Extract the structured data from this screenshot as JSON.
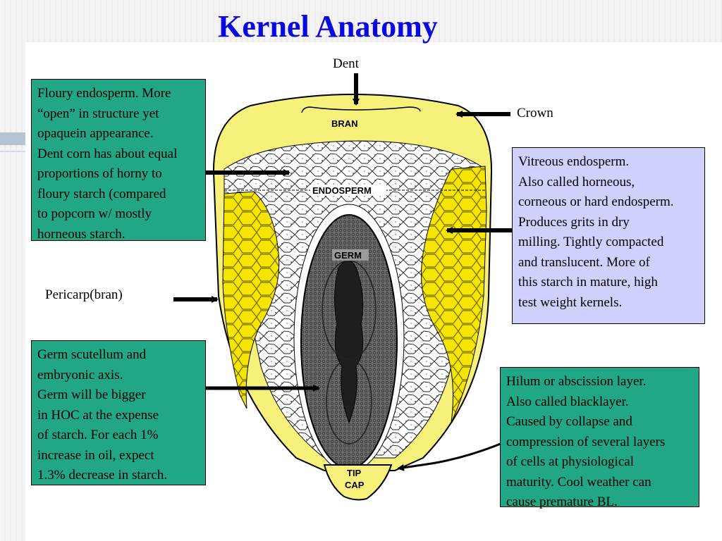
{
  "title": "Kernel Anatomy",
  "labels": {
    "dent": "Dent",
    "crown": "Crown",
    "pericarp": "Pericarp(bran)"
  },
  "diagram_labels": {
    "bran": "BRAN",
    "endosperm": "ENDOSPERM",
    "germ": "GERM",
    "tip": "TIP",
    "cap": "CAP"
  },
  "boxes": {
    "floury": {
      "lines": [
        "Floury endosperm.  More",
        "“open” in structure yet",
        "opaquein appearance.",
        "Dent corn has about equal",
        "proportions of horny to",
        "floury starch (compared",
        "to popcorn w/ mostly",
        "horneous starch."
      ]
    },
    "vitreous": {
      "lines": [
        "Vitreous endosperm.",
        "Also called horneous,",
        "corneous or hard endosperm.",
        "Produces grits in dry",
        "milling. Tightly compacted",
        "and translucent.  More of",
        "this starch in mature, high",
        "test weight kernels."
      ]
    },
    "germ": {
      "lines": [
        "Germ scutellum and",
        "embryonic axis.",
        "Germ will be bigger",
        "in HOC at the expense",
        "of starch.  For each 1%",
        "increase in oil, expect",
        "1.3% decrease in starch."
      ]
    },
    "hilum": {
      "lines": [
        "Hilum or abscission layer.",
        "Also called blacklayer.",
        "Caused by collapse and",
        "compression of several layers",
        "of cells at physiological",
        "maturity.  Cool weather can",
        "cause premature BL."
      ]
    }
  },
  "colors": {
    "title": "#0a0ae0",
    "teal_box": "#22a786",
    "lavender_box": "#cfd0fb",
    "kernel_yellow": "#f5ef78",
    "vitreous_yellow": "#f2e000",
    "germ_gray": "#5c5c5c"
  }
}
